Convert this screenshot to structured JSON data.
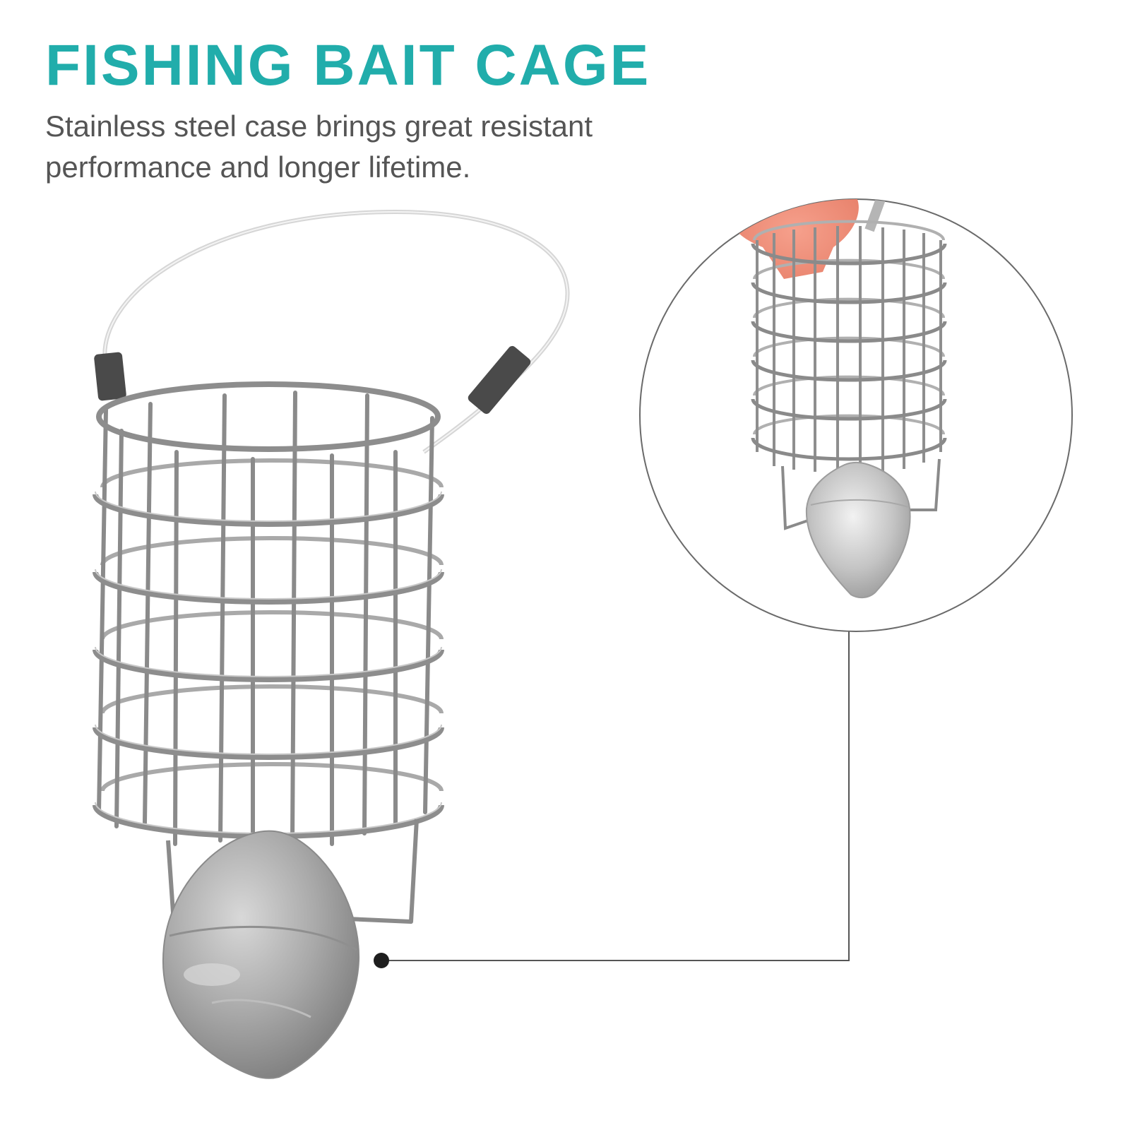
{
  "heading": "FISHING BAIT CAGE",
  "description": {
    "line1": "Stainless steel case brings great resistant",
    "line2": "performance and longer lifetime."
  },
  "colors": {
    "accent": "#21adab",
    "body_text": "#555555",
    "wire": "#8a8a8a",
    "lead": "#a8a8a8",
    "callout": "#444444"
  }
}
